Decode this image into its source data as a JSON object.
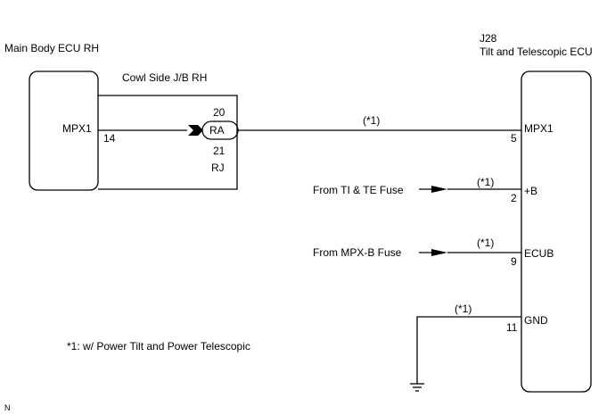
{
  "left_ecu": {
    "title": "Main Body ECU RH",
    "pin_name": "MPX1",
    "pin_number": "14"
  },
  "junction_block": {
    "title": "Cowl Side J/B RH",
    "pin_top": "20",
    "connector": "RA",
    "pin_bottom": "21",
    "connector_bottom": "RJ"
  },
  "right_ecu": {
    "code": "J28",
    "title": "Tilt and Telescopic ECU",
    "pins": [
      {
        "name": "MPX1",
        "number": "5"
      },
      {
        "name": "+B",
        "number": "2"
      },
      {
        "name": "ECUB",
        "number": "9"
      },
      {
        "name": "GND",
        "number": "11"
      }
    ]
  },
  "wires": [
    {
      "note": "(*1)"
    },
    {
      "note": "(*1)",
      "source": "From TI & TE Fuse"
    },
    {
      "note": "(*1)",
      "source": "From MPX-B Fuse"
    },
    {
      "note": "(*1)"
    }
  ],
  "footnote": "*1: w/ Power Tilt and Power Telescopic",
  "corner_mark": "N"
}
